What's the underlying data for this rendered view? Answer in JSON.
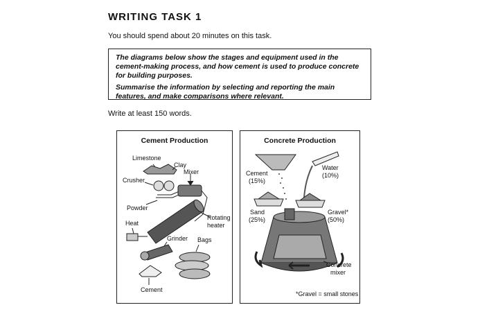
{
  "header": {
    "title": "WRITING TASK 1",
    "intro": "You should spend about 20 minutes on this task."
  },
  "task": {
    "line1": "The diagrams below show the stages and equipment used in the cement-making process, and how cement is used to produce concrete for building purposes.",
    "line2": "Summarise the information by selecting and reporting the main features, and make comparisons where relevant."
  },
  "instruction": "Write at least 150 words.",
  "cement_panel": {
    "title": "Cement Production",
    "labels": {
      "limestone": "Limestone",
      "clay": "Clay",
      "crusher": "Crusher",
      "mixer": "Mixer",
      "powder": "Powder",
      "rotating": "Rotating",
      "heater": "heater",
      "heat": "Heat",
      "grinder": "Grinder",
      "bags": "Bags",
      "cement": "Cement"
    }
  },
  "concrete_panel": {
    "title": "Concrete Production",
    "labels": {
      "cement": "Cement",
      "cement_pct": "(15%)",
      "water": "Water",
      "water_pct": "(10%)",
      "sand": "Sand",
      "sand_pct": "(25%)",
      "gravel": "Gravel*",
      "gravel_pct": "(50%)",
      "concrete": "Concrete",
      "mixer": "mixer",
      "footnote": "*Gravel = small stones"
    }
  }
}
